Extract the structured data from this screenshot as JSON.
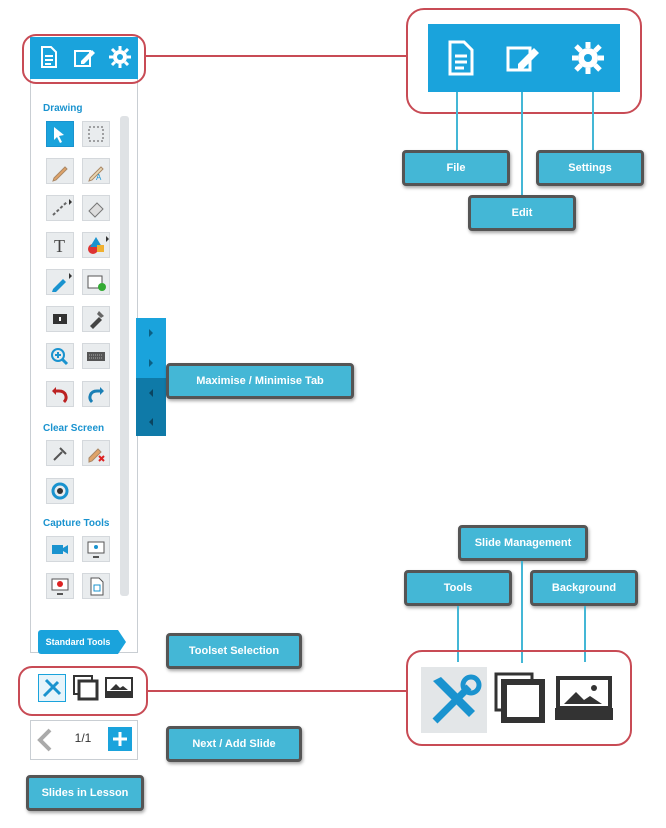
{
  "toolbar_header": {
    "icons": [
      "file-icon",
      "edit-icon",
      "settings-icon"
    ]
  },
  "sections": {
    "drawing": "Drawing",
    "clear_screen": "Clear Screen",
    "capture_tools": "Capture Tools"
  },
  "standard_tools_label": "Standard Tools",
  "pagination": {
    "counter": "1/1"
  },
  "callouts": {
    "file": "File",
    "edit": "Edit",
    "settings": "Settings",
    "maximise": "Maximise / Minimise Tab",
    "slide_management": "Slide Management",
    "tools": "Tools",
    "background": "Background",
    "toolset_selection": "Toolset Selection",
    "next_add_slide": "Next / Add Slide",
    "slides_in_lesson": "Slides in Lesson"
  },
  "colors": {
    "accent": "#1aa3dc",
    "callout_fill": "#44b7d6",
    "callout_border": "#555555",
    "highlight_border": "#c84b55"
  }
}
